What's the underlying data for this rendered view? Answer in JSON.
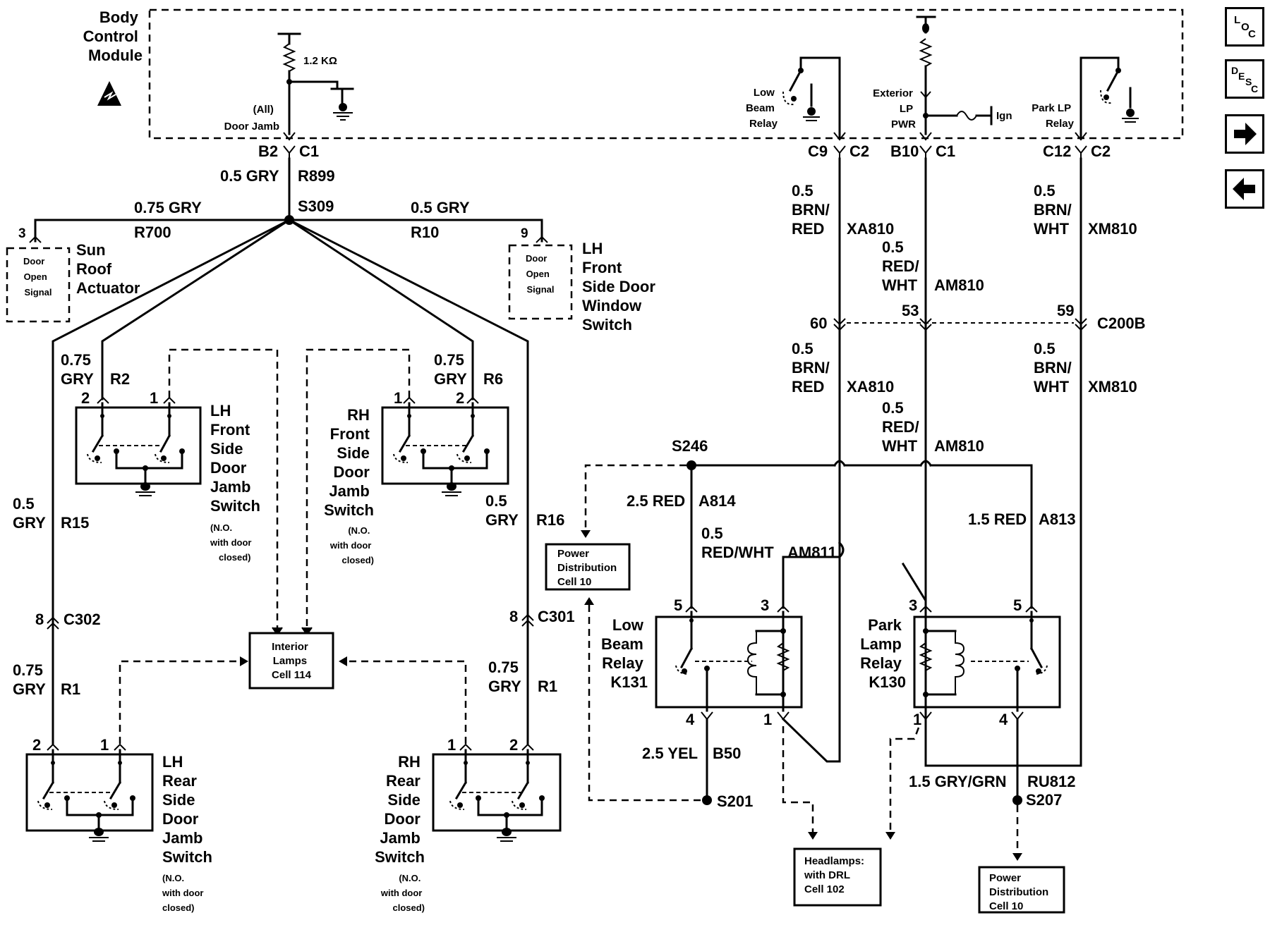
{
  "module": {
    "title": [
      "Body",
      "Control",
      "Module"
    ],
    "resistor": "1.2 KΩ",
    "door_jamb": [
      "(All)",
      "Door Jamb"
    ],
    "ign": "Ign",
    "exterior_lp": [
      "Exterior",
      "LP",
      "PWR"
    ],
    "low_beam_relay": [
      "Low",
      "Beam",
      "Relay"
    ],
    "park_lp_relay": [
      "Park LP",
      "Relay"
    ]
  },
  "connectors": {
    "b2": "B2",
    "c1a": "C1",
    "c9": "C9",
    "c2a": "C2",
    "b10": "B10",
    "c1b": "C1",
    "c12": "C12",
    "c2b": "C2",
    "c200b": "C200B",
    "p60": "60",
    "p53": "53",
    "p59": "59",
    "c302": "C302",
    "c301": "C301",
    "p8a": "8",
    "p8b": "8",
    "p3": "3",
    "p9": "9"
  },
  "splices": {
    "s309": "S309",
    "s246": "S246",
    "s201": "S201",
    "s207": "S207"
  },
  "wires": {
    "r899_gauge": "0.5 GRY",
    "r899": "R899",
    "r700_gauge": "0.75 GRY",
    "r700": "R700",
    "r10_gauge": "0.5 GRY",
    "r10": "R10",
    "r2_gauge": [
      "0.75",
      "GRY"
    ],
    "r2": "R2",
    "r6_gauge": [
      "0.75",
      "GRY"
    ],
    "r6": "R6",
    "r15_gauge": [
      "0.5",
      "GRY"
    ],
    "r15": "R15",
    "r16_gauge": [
      "0.5",
      "GRY"
    ],
    "r16": "R16",
    "r1l_gauge": [
      "0.75",
      "GRY"
    ],
    "r1l": "R1",
    "r1r_gauge": [
      "0.75",
      "GRY"
    ],
    "r1r": "R1",
    "xa810_gauge": [
      "0.5",
      "BRN/",
      "RED"
    ],
    "xa810": "XA810",
    "am810_gauge": [
      "0.5",
      "RED/",
      "WHT"
    ],
    "am810": "AM810",
    "xm810_gauge": [
      "0.5",
      "BRN/",
      "WHT"
    ],
    "xm810": "XM810",
    "a814_gauge": "2.5 RED",
    "a814": "A814",
    "am811_gauge": [
      "0.5",
      "RED/WHT"
    ],
    "am811": "AM811",
    "a813_gauge": "1.5 RED",
    "a813": "A813",
    "b50_gauge": "2.5 YEL",
    "b50": "B50",
    "ru812_gauge": "1.5 GRY/GRN",
    "ru812": "RU812"
  },
  "components": {
    "sunroof": {
      "label": [
        "Sun",
        "Roof",
        "Actuator"
      ],
      "signal": [
        "Door",
        "Open",
        "Signal"
      ]
    },
    "lh_window": {
      "label": [
        "LH",
        "Front",
        "Side Door",
        "Window",
        "Switch"
      ],
      "signal": [
        "Door",
        "Open",
        "Signal"
      ]
    },
    "lh_front_jamb": {
      "label": [
        "LH",
        "Front",
        "Side",
        "Door",
        "Jamb",
        "Switch"
      ],
      "note": [
        "(N.O.",
        "with door",
        "closed)"
      ],
      "pin_a": "2",
      "pin_b": "1"
    },
    "rh_front_jamb": {
      "label": [
        "RH",
        "Front",
        "Side",
        "Door",
        "Jamb",
        "Switch"
      ],
      "note": [
        "(N.O.",
        "with door",
        "closed)"
      ],
      "pin_a": "1",
      "pin_b": "2"
    },
    "lh_rear_jamb": {
      "label": [
        "LH",
        "Rear",
        "Side",
        "Door",
        "Jamb",
        "Switch"
      ],
      "note": [
        "(N.O.",
        "with door",
        "closed)"
      ],
      "pin_a": "2",
      "pin_b": "1"
    },
    "rh_rear_jamb": {
      "label": [
        "RH",
        "Rear",
        "Side",
        "Door",
        "Jamb",
        "Switch"
      ],
      "note": [
        "(N.O.",
        "with door",
        "closed)"
      ],
      "pin_a": "1",
      "pin_b": "2"
    },
    "interior_lamps": [
      "Interior",
      "Lamps",
      "Cell 114"
    ],
    "power_dist_1": [
      "Power",
      "Distribution",
      "Cell 10"
    ],
    "power_dist_2": [
      "Power",
      "Distribution",
      "Cell 10"
    ],
    "headlamps": [
      "Headlamps:",
      "with DRL",
      "Cell 102"
    ],
    "low_beam_k131": {
      "label": [
        "Low",
        "Beam",
        "Relay",
        "K131"
      ],
      "p5": "5",
      "p3": "3",
      "p4": "4",
      "p1": "1"
    },
    "park_k130": {
      "label": [
        "Park",
        "Lamp",
        "Relay",
        "K130"
      ],
      "p3": "3",
      "p5": "5",
      "p1": "1",
      "p4": "4"
    }
  },
  "nav": {
    "loc": [
      "L",
      "O",
      "C"
    ],
    "desc": [
      "D",
      "E",
      "S",
      "C"
    ],
    "next": "next-arrow",
    "prev": "prev-arrow"
  }
}
